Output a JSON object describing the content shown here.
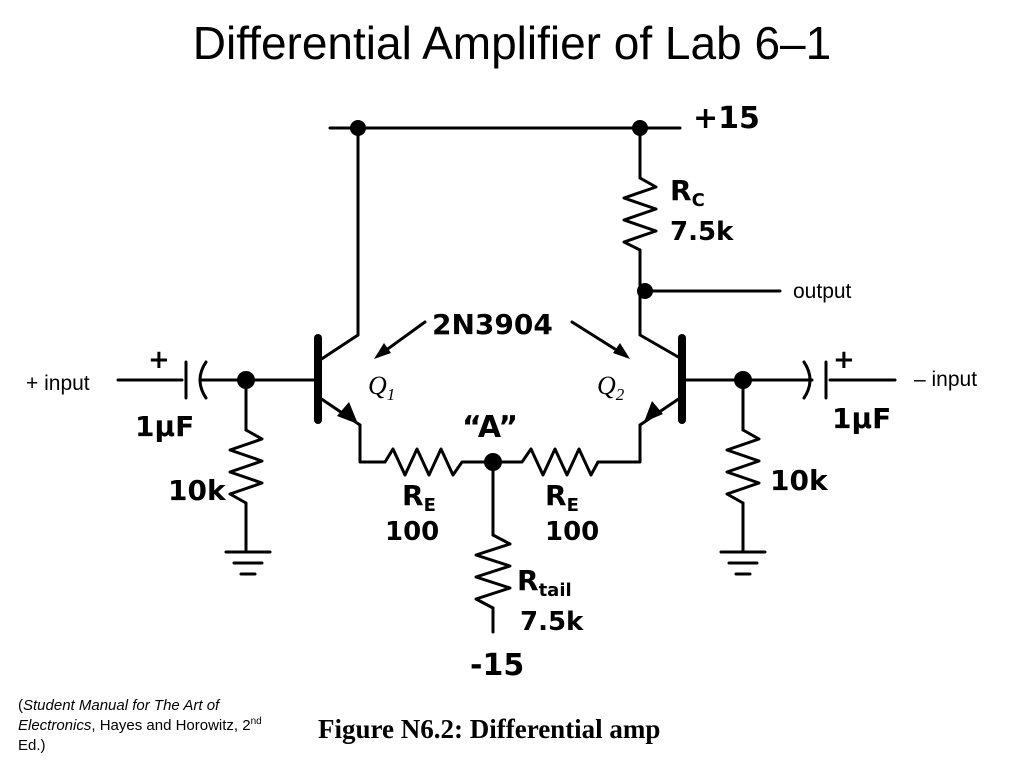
{
  "title": "Differential Amplifier of Lab 6–1",
  "circuit": {
    "supply_positive": "+15",
    "supply_negative": "-15",
    "rc_name": "R",
    "rc_sub": "C",
    "rc_value": "7.5k",
    "output_label": "output",
    "transistor_part": "2N3904",
    "q1_letter": "Q",
    "q1_sub": "1",
    "q2_letter": "Q",
    "q2_sub": "2",
    "node_a": "“A”",
    "plus_input": "+ input",
    "minus_input": "– input",
    "cap_left_value": "1μF",
    "cap_right_value": "1μF",
    "cap_plus": "+",
    "bias_left_value": "10k",
    "bias_right_value": "10k",
    "re_left_name": "R",
    "re_left_sub": "E",
    "re_left_value": "100",
    "re_right_name": "R",
    "re_right_sub": "E",
    "re_right_value": "100",
    "rtail_name": "R",
    "rtail_sub": "tail",
    "rtail_value": "7.5k"
  },
  "credit": {
    "open": "(",
    "book": "Student Manual for The Art of Electronics",
    "authors": ", Hayes and Horowitz, 2",
    "sup": "nd",
    "edition": " Ed.)"
  },
  "caption": "Figure N6.2: Differential amp"
}
